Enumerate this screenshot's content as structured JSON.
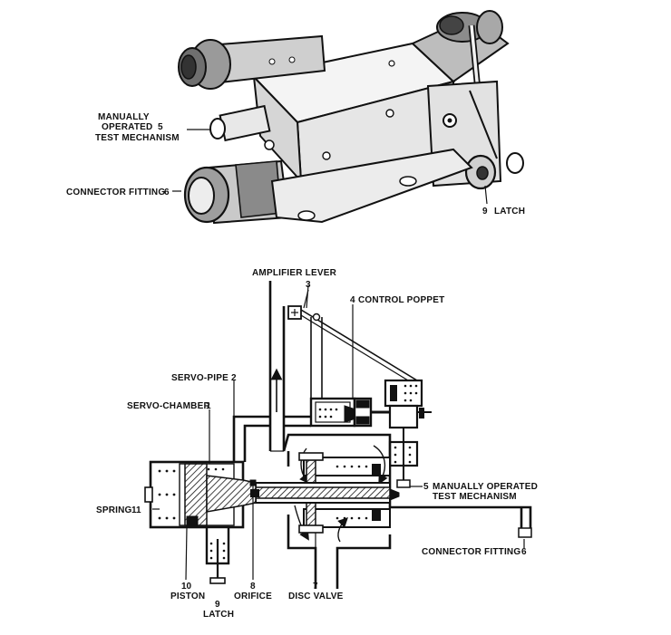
{
  "top_labels": {
    "manually_1": "MANUALLY",
    "manually_2": "OPERATED",
    "manually_3": "TEST MECHANISM",
    "manually_num": "5",
    "connector": "CONNECTOR FITTING",
    "connector_num": "6",
    "latch_num": "9",
    "latch": "LATCH"
  },
  "schematic_labels": {
    "amplifier_lever": "AMPLIFIER LEVER",
    "amplifier_num": "3",
    "control_poppet_num": "4",
    "control_poppet": "CONTROL POPPET",
    "servo_pipe": "SERVO-PIPE",
    "servo_pipe_num": "2",
    "servo_chamber": "SERVO-CHAMBER",
    "servo_chamber_num": "1",
    "spring": "SPRING",
    "spring_num": "11",
    "manually_num": "5",
    "manually_1": "MANUALLY OPERATED",
    "manually_2": "TEST MECHANISM",
    "connector": "CONNECTOR FITTING",
    "connector_num": "6",
    "piston_num": "10",
    "piston": "PISTON",
    "latch_num": "9",
    "latch": "LATCH",
    "orifice_num": "8",
    "orifice": "ORIFICE",
    "disc_valve_num": "7",
    "disc_valve": "DISC VALVE"
  }
}
